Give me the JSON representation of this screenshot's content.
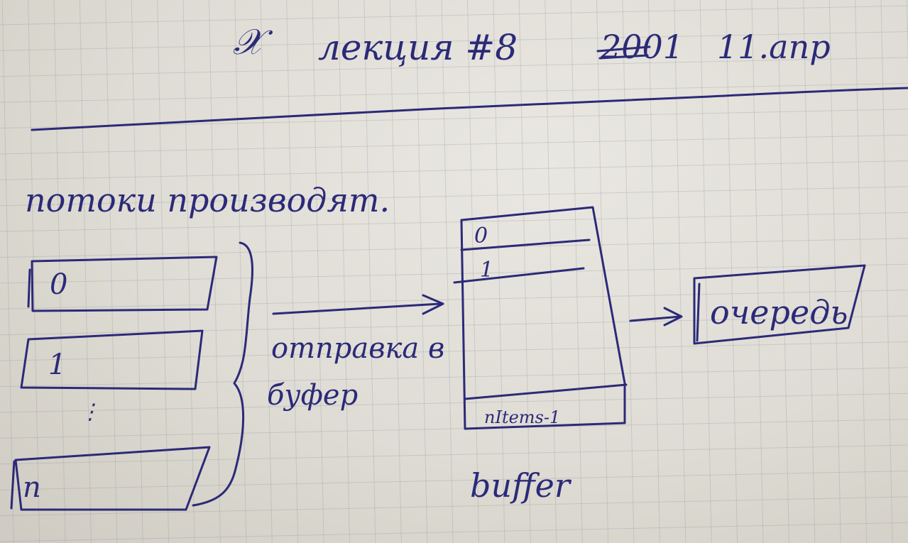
{
  "title": {
    "symbol": "𝒳",
    "lecture": "лекция #8",
    "struck": "2001",
    "date": "11.апр"
  },
  "heading": "потоки производят.",
  "threads": {
    "items": [
      "0",
      "1",
      "n"
    ],
    "dots": "⋮"
  },
  "arrow_label": {
    "line1": "отправка в",
    "line2": "буфер"
  },
  "buffer": {
    "slots": [
      "0",
      "1"
    ],
    "last_slot": "nItems-1",
    "label": "buffer"
  },
  "queue": {
    "label": "очередь"
  },
  "colors": {
    "ink": "#2b2a78",
    "paper": "#e4e2db",
    "grid": "#8c8c96"
  }
}
